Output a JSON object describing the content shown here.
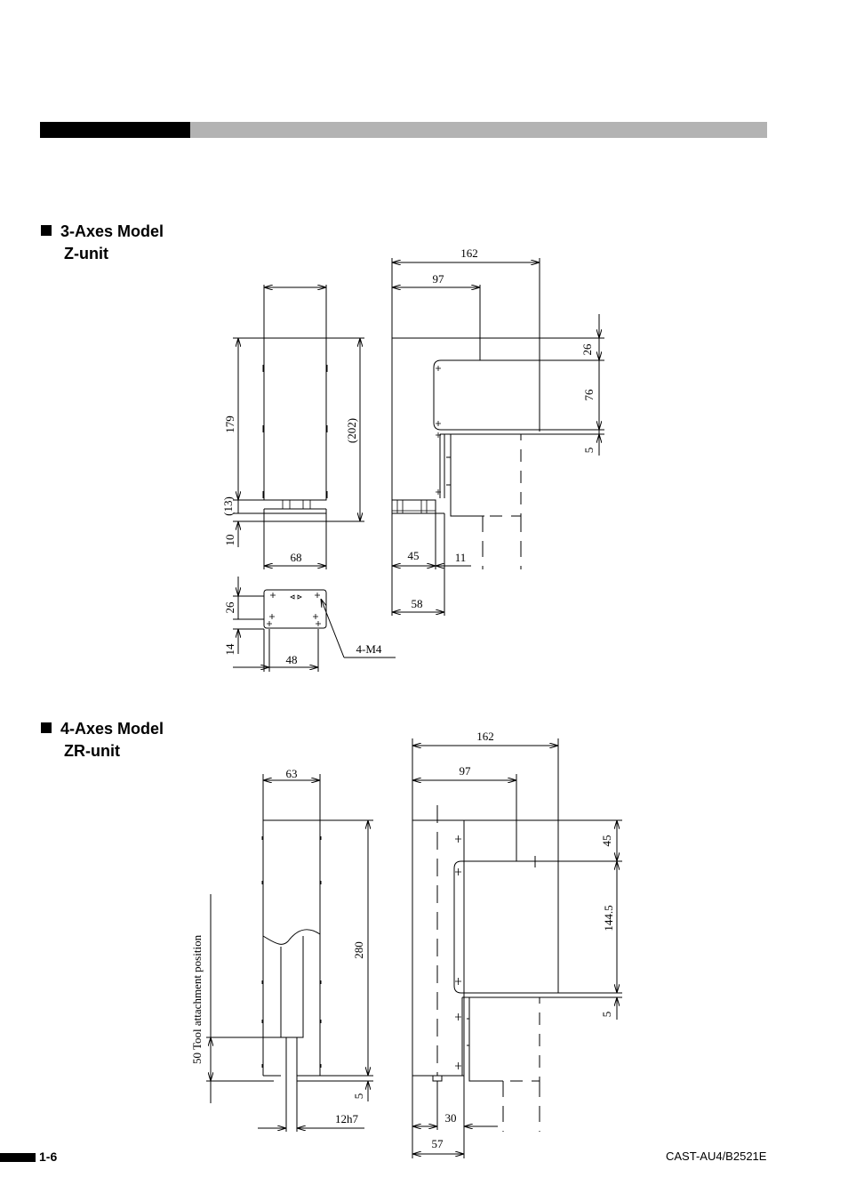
{
  "headings": {
    "model3": {
      "line1": "3-Axes Model",
      "line2": "Z-unit"
    },
    "model4": {
      "line1": "4-Axes Model",
      "line2": "ZR-unit"
    }
  },
  "dims3": {
    "d162": "162",
    "d97": "97",
    "d26": "26",
    "d76": "76",
    "d5": "5",
    "d179": "179",
    "d202": "(202)",
    "d13": "(13)",
    "d10": "10",
    "d68": "68",
    "d45": "45",
    "d11": "11",
    "d58": "58",
    "d26b": "26",
    "d14": "14",
    "d48": "48",
    "m4": "4-M4"
  },
  "dims4": {
    "d162": "162",
    "d97": "97",
    "d63": "63",
    "d45": "45",
    "d1445": "144.5",
    "d5": "5",
    "d280": "280",
    "d5b": "5",
    "d12h7": "12h7",
    "d30": "30",
    "d57": "57",
    "tool": "50  Tool attachment position"
  },
  "footer": {
    "page": "1-6",
    "code": "CAST-AU4/B2521E"
  }
}
